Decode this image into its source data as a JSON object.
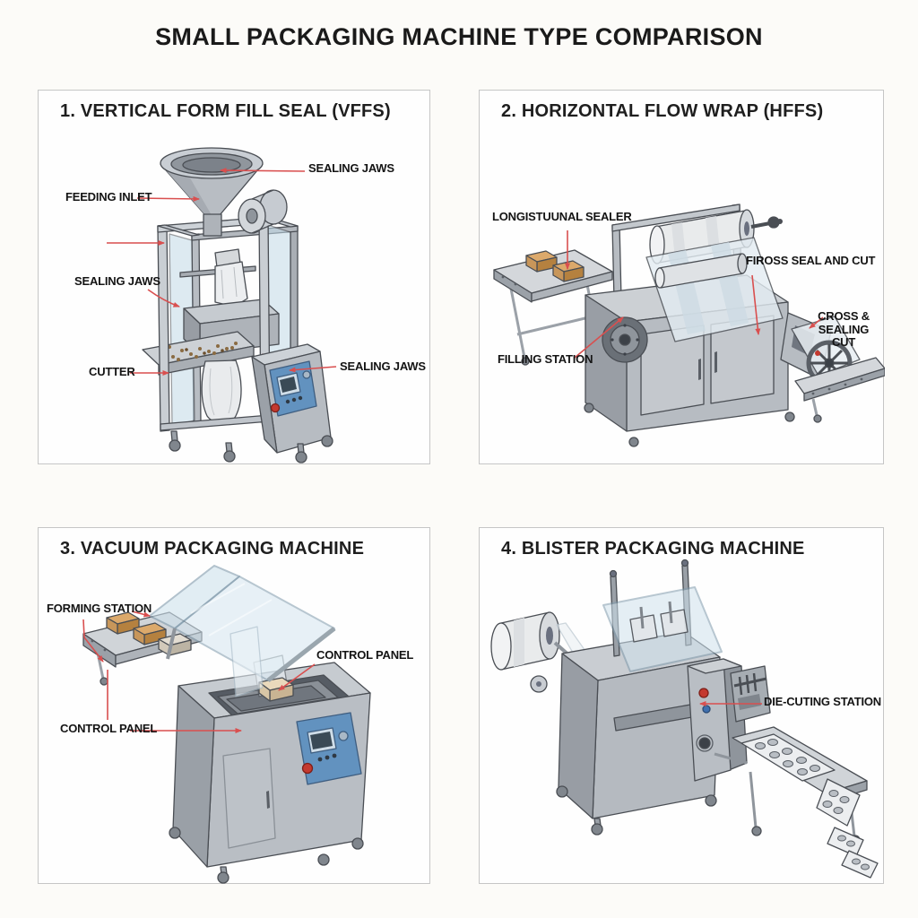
{
  "title": "SMALL PACKAGING MACHINE TYPE COMPARISON",
  "panels": [
    {
      "heading": "1. VERTICAL FORM FILL SEAL (VFFS)",
      "machine": "vertical form fill seal bagging machine",
      "labels": [
        {
          "id": "sealing-jaws-top",
          "text": "SEALING JAWS"
        },
        {
          "id": "feeding-inlet",
          "text": "FEEDING INLET"
        },
        {
          "id": "sealing-jaws-mid",
          "text": "SEALING JAWS"
        },
        {
          "id": "cutter",
          "text": "CUTTER"
        },
        {
          "id": "sealing-jaws-bottom",
          "text": "SEALING JAWS"
        }
      ]
    },
    {
      "heading": "2. HORIZONTAL FLOW WRAP (HFFS)",
      "machine": "horizontal flow wrapping machine",
      "labels": [
        {
          "id": "longitudinal-sealer",
          "text": "LONGISTUUNAL SEALER"
        },
        {
          "id": "cross-seal-and-cut",
          "text": "FIROSS SEAL AND CUT"
        },
        {
          "id": "cross-sealing-cut",
          "text": "CROSS &\nSEALING\nCUT"
        },
        {
          "id": "filling-station",
          "text": "FILLING STATION"
        }
      ]
    },
    {
      "heading": "3. VACUUM PACKAGING MACHINE",
      "machine": "vacuum chamber packaging machine",
      "labels": [
        {
          "id": "forming-station",
          "text": "FORMING STATION"
        },
        {
          "id": "control-panel-right",
          "text": "CONTROL PANEL"
        },
        {
          "id": "control-panel-left",
          "text": "CONTROL PANEL"
        }
      ]
    },
    {
      "heading": "4. BLISTER PACKAGING MACHINE",
      "machine": "blister thermoforming machine",
      "labels": [
        {
          "id": "die-cutting-station",
          "text": "DIE-CUTING STATION"
        }
      ]
    }
  ],
  "colors": {
    "leader_line": "#d94f4f",
    "panel_border": "#c6c6c6",
    "machine_gray": "#c9cdd2",
    "accent_blue": "#6292bf",
    "alert_red": "#c4392f",
    "product_tan": "#dca96b",
    "glass_blue": "#cfe2ed"
  }
}
